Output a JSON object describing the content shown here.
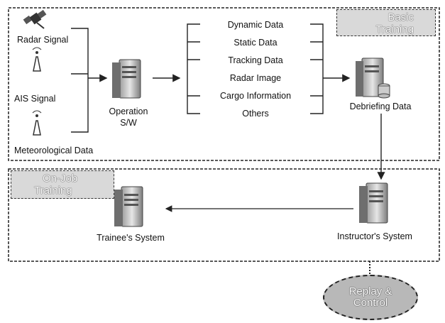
{
  "inputs": {
    "radar": "Radar Signal",
    "ais": "AIS Signal",
    "meteo": "Meteorological Data"
  },
  "operation": {
    "line1": "Operation",
    "line2": "S/W"
  },
  "data_types": [
    "Dynamic Data",
    "Static Data",
    "Tracking Data",
    "Radar Image",
    "Cargo Information",
    "Others"
  ],
  "debriefing": "Debriefing Data",
  "basic_training": {
    "line1": "Basic",
    "line2": "Training"
  },
  "on_job_training": {
    "line1": "On-Job",
    "line2": "Training"
  },
  "trainee": "Trainee's System",
  "instructor": "Instructor's System",
  "replay": {
    "line1": "Replay &",
    "line2": "Control"
  }
}
